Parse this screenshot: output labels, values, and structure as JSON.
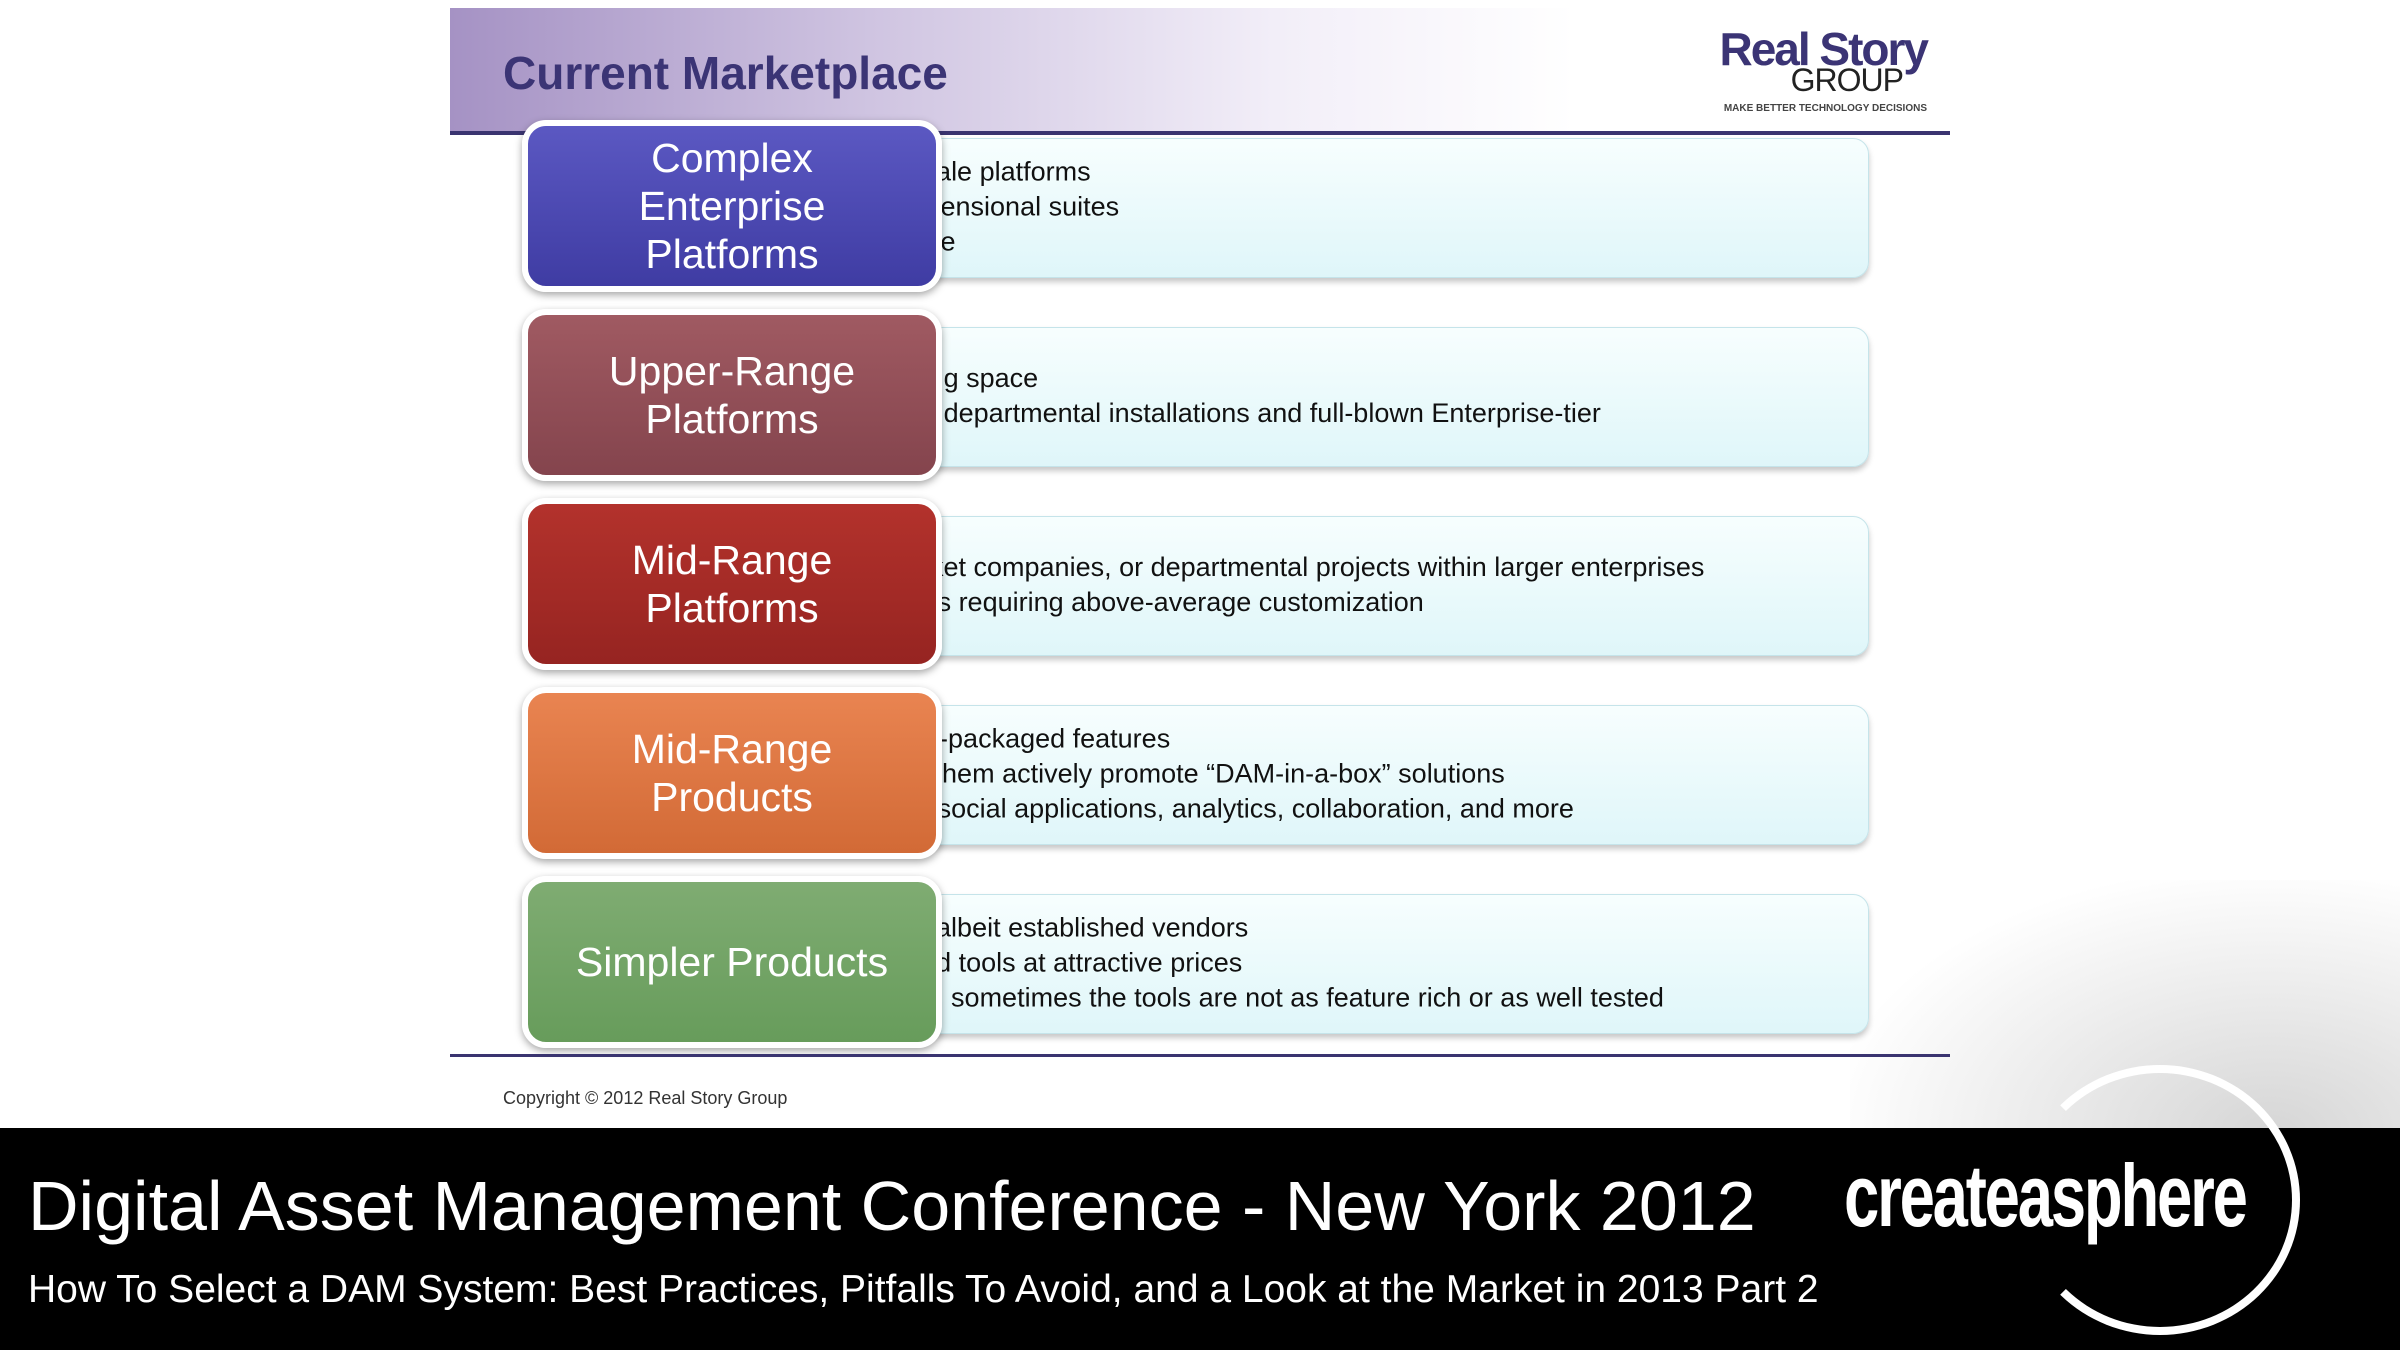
{
  "slide": {
    "title": "Current Marketplace",
    "logo": {
      "line1": "Real Story",
      "line2": "GROUP",
      "tagline": "MAKE BETTER TECHNOLOGY DECISIONS"
    },
    "rows": [
      {
        "category": "Complex Enterprise Platforms",
        "color": "#4a47b0",
        "bullets": [
          "Large-scale platforms",
          "Multi-dimensional suites",
          "Expensive"
        ]
      },
      {
        "category": "Upper-Range Platforms",
        "color": "#914f57",
        "bullets": [
          "Expanding space",
          "Between departmental installations and full-blown Enterprise-tier"
        ]
      },
      {
        "category": "Mid-Range Platforms",
        "color": "#a52b27",
        "bullets": [
          "Mid-market companies, or departmental projects within larger enterprises",
          "Scenarios requiring above-average customization"
        ]
      },
      {
        "category": "Mid-Range Products",
        "color": "#de7643",
        "bullets": [
          "More pre-packaged features",
          "Many of them actively promote “DAM-in-a-box” solutions",
          "Bundled social applications, analytics, collaboration, and more"
        ]
      },
      {
        "category": "Simpler Products",
        "color": "#73a367",
        "bullets": [
          "Smaller, albeit established vendors",
          "Packaged tools at attractive prices",
          "However, sometimes the tools are not as feature rich or as well tested"
        ]
      }
    ],
    "copyright": "Copyright © 2012 Real Story Group"
  },
  "caption": {
    "title": "Digital Asset Management Conference - New York 2012",
    "subtitle": "How To Select a DAM System: Best Practices, Pitfalls To Avoid, and a Look at the Market in 2013 Part 2",
    "brand": "createasphere"
  }
}
